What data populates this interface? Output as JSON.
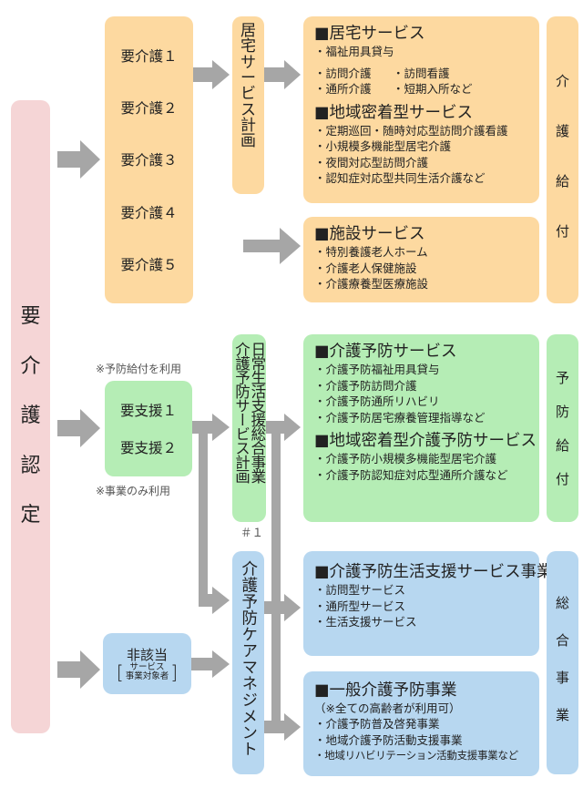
{
  "certification": {
    "label_chars": [
      "要",
      "介",
      "護",
      "認",
      "定"
    ]
  },
  "care_levels": [
    "要介護１",
    "要介護２",
    "要介護３",
    "要介護４",
    "要介護５"
  ],
  "home_service_plan": {
    "chars": [
      "居",
      "宅",
      "サ",
      "ー",
      "ビ",
      "ス",
      "計",
      "画"
    ]
  },
  "home_services": {
    "title": "■居宅サービス",
    "items_row1": [
      "福祉用具貸与"
    ],
    "items_row2": [
      "訪問介護",
      "訪問看護"
    ],
    "items_row3": [
      "通所介護",
      "短期入所など"
    ]
  },
  "community_services": {
    "title": "■地域密着型サービス",
    "items": [
      "定期巡回・随時対応型訪問介護看護",
      "小規模多機能型居宅介護",
      "夜間対応型訪問介護",
      "認知症対応型共同生活介護など"
    ]
  },
  "facility_services": {
    "title": "■施設サービス",
    "items": [
      "特別養護老人ホーム",
      "介護老人保健施設",
      "介護療養型医療施設"
    ]
  },
  "care_benefit": {
    "chars": [
      "介",
      "護",
      "給",
      "付"
    ]
  },
  "support_levels": [
    "要支援１",
    "要支援２"
  ],
  "notes": {
    "preventive_benefit": "※予防給付を利用",
    "project_only": "※事業のみ利用",
    "footnote_mark": "＃１"
  },
  "preventive_plan": {
    "col1": "日常生活支援総合事業",
    "col2": "介護予防サービス計画"
  },
  "preventive_services": {
    "title": "■介護予防サービス",
    "items": [
      "介護予防福祉用具貸与",
      "介護予防訪問介護",
      "介護予防通所リハビリ",
      "介護予防居宅療養管理指導など"
    ]
  },
  "community_preventive_services": {
    "title": "■地域密着型介護予防サービス",
    "items": [
      "介護予防小規模多機能型居宅介護",
      "介護予防認知症対応型通所介護など"
    ]
  },
  "preventive_benefit": {
    "chars": [
      "予",
      "防",
      "給",
      "付"
    ]
  },
  "not_applicable": {
    "label": "非該当",
    "sub_line1": "サービス",
    "sub_line2": "事業対象者"
  },
  "care_management": {
    "label": "介護予防ケアマネジメント"
  },
  "life_support_services": {
    "title": "■介護予防生活支援サービス事業",
    "items": [
      "訪問型サービス",
      "通所型サービス",
      "生活支援サービス"
    ]
  },
  "general_prevention": {
    "title": "■一般介護予防事業",
    "subtitle": "（※全ての高齢者が利用可）",
    "items": [
      "介護予防普及啓発事業",
      "地域介護予防活動支援事業",
      "地域リハビリテーション活動支援事業など"
    ]
  },
  "comprehensive_project": {
    "chars": [
      "総",
      "合",
      "事",
      "業"
    ]
  },
  "colors": {
    "pink": "#f5d5d6",
    "orange": "#fdd9a0",
    "green": "#b5edb5",
    "blue": "#b7d7f0",
    "arrow": "#a6a6a6"
  }
}
